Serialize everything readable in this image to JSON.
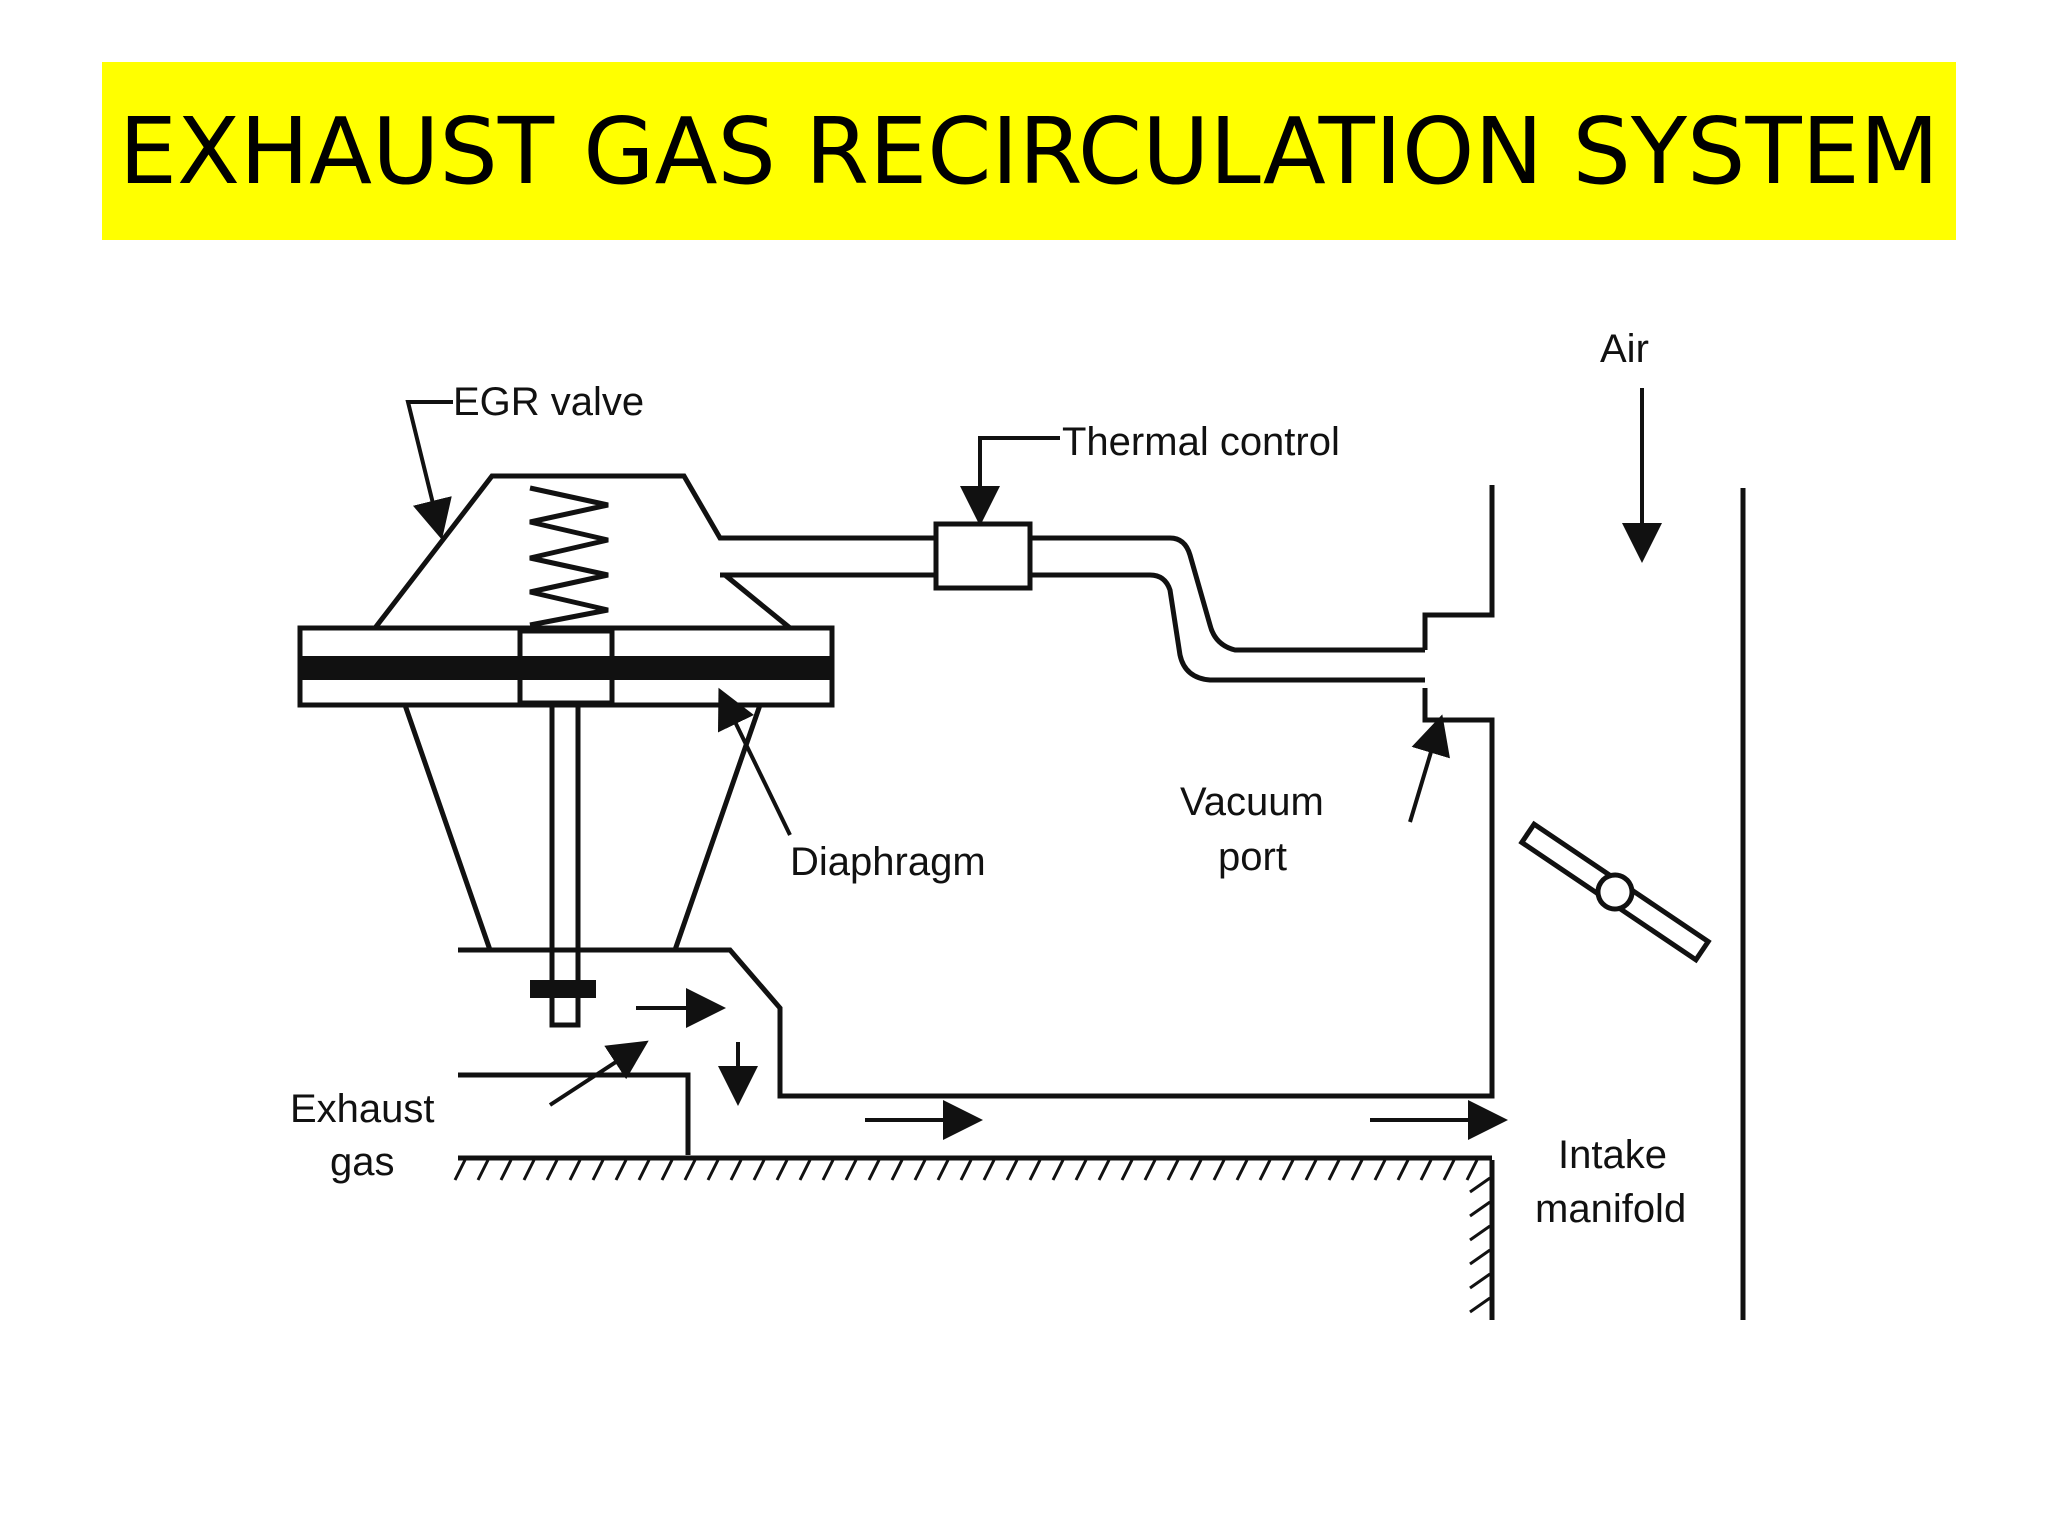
{
  "title": "EXHAUST GAS RECIRCULATION SYSTEM",
  "colors": {
    "banner": "#ffff00",
    "ink": "#111111",
    "background": "#ffffff"
  },
  "labels": {
    "egr_valve": "EGR valve",
    "thermal_control": "Thermal control",
    "air": "Air",
    "diaphragm": "Diaphragm",
    "vacuum": "Vacuum",
    "port": "port",
    "exhaust": "Exhaust",
    "gas": "gas",
    "intake": "Intake",
    "manifold": "manifold"
  }
}
